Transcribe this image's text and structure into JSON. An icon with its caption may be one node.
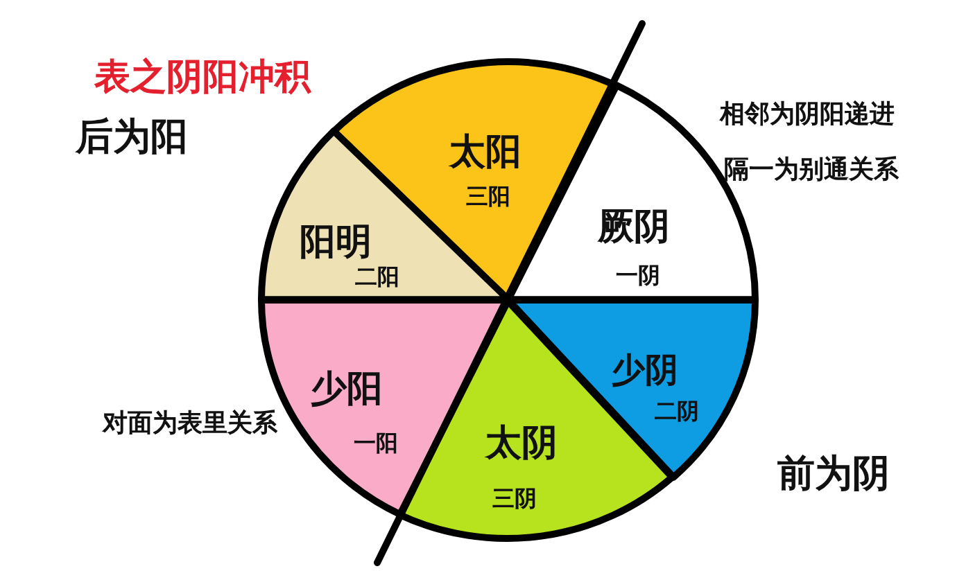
{
  "diagram": {
    "title": "表之阴阳冲积",
    "nodes": [
      {
        "text": [
          "太阳",
          "三阳"
        ]
      },
      {
        "text": [
          "厥阴",
          "一阴"
        ]
      },
      {
        "text": [
          "少阴",
          "二阴"
        ]
      },
      {
        "text": [
          "太阴",
          "三阴"
        ]
      },
      {
        "text": [
          "少阳",
          "一阳"
        ]
      },
      {
        "text": [
          "阳明",
          "二阳"
        ]
      }
    ],
    "labels": [
      "后为阳",
      "相邻为阴阳递进",
      "隔一为别通关系",
      "对面为表里关系",
      "前为阴"
    ]
  }
}
